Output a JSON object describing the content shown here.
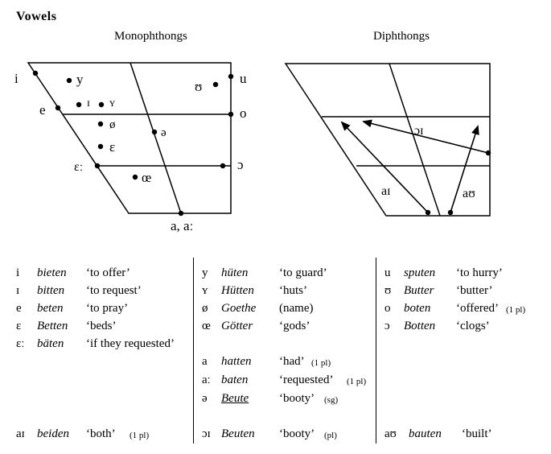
{
  "heading": "Vowels",
  "mono_title": "Monophthongs",
  "diph_title": "Diphthongs",
  "mono_labels": [
    "i",
    "y",
    "ɪ",
    "ʏ",
    "ʊ",
    "u",
    "e",
    "o",
    "ø",
    "ə",
    "ɛ",
    "ɛː",
    "ɔ",
    "œ",
    "a, aː"
  ],
  "diph_labels": [
    "ɔɪ",
    "aɪ",
    "aʊ"
  ],
  "table": {
    "col1": [
      {
        "ipa": "i",
        "word": "bieten",
        "gloss": "‘to offer’",
        "note": ""
      },
      {
        "ipa": "ɪ",
        "word": "bitten",
        "gloss": "‘to request’",
        "note": ""
      },
      {
        "ipa": "e",
        "word": "beten",
        "gloss": "‘to pray’",
        "note": ""
      },
      {
        "ipa": "ɛ",
        "word": "Betten",
        "gloss": "‘beds’",
        "note": ""
      },
      {
        "ipa": "ɛː",
        "word": "bäten",
        "gloss": "‘if they requested’",
        "note": ""
      },
      {
        "ipa": "aɪ",
        "word": "beiden",
        "gloss": "‘both’",
        "note": "(1 pl)"
      }
    ],
    "col2": [
      {
        "ipa": "y",
        "word": "hüten",
        "gloss": "‘to guard’",
        "note": ""
      },
      {
        "ipa": "ʏ",
        "word": "Hütten",
        "gloss": "‘huts’",
        "note": ""
      },
      {
        "ipa": "ø",
        "word": "Goethe",
        "gloss": "(name)",
        "note": ""
      },
      {
        "ipa": "œ",
        "word": "Götter",
        "gloss": "‘gods’",
        "note": ""
      },
      {
        "ipa": "a",
        "word": "hatten",
        "gloss": "‘had’",
        "note": "(1 pl)"
      },
      {
        "ipa": "aː",
        "word": "baten",
        "gloss": "‘requested’",
        "note": "(1 pl)"
      },
      {
        "ipa": "ə",
        "word": "Beute",
        "gloss": "‘booty’",
        "note": "(sg)"
      },
      {
        "ipa": "ɔɪ",
        "word": "Beuten",
        "gloss": "‘booty’",
        "note": "(pl)"
      }
    ],
    "col3": [
      {
        "ipa": "u",
        "word": "sputen",
        "gloss": "‘to hurry’",
        "note": ""
      },
      {
        "ipa": "ʊ",
        "word": "Butter",
        "gloss": "‘butter’",
        "note": ""
      },
      {
        "ipa": "o",
        "word": "boten",
        "gloss": "‘offered’",
        "note": "(1 pl)"
      },
      {
        "ipa": "ɔ",
        "word": "Botten",
        "gloss": "‘clogs’",
        "note": ""
      },
      {
        "ipa": "aʊ",
        "word": "bauten",
        "gloss": "‘built’",
        "note": ""
      }
    ]
  }
}
